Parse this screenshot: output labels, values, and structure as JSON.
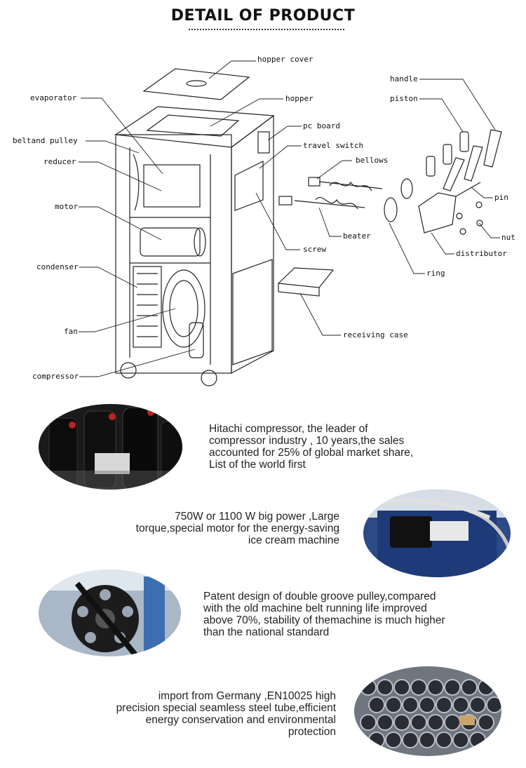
{
  "header": {
    "title": "DETAIL OF PRODUCT"
  },
  "diagram": {
    "labels": {
      "hopper_cover": "hopper cover",
      "hopper": "hopper",
      "pc_board": "pc board",
      "travel_switch": "travel switch",
      "evaporator": "evaporator",
      "beltand_pulley": "beltand pulley",
      "reducer": "reducer",
      "motor": "motor",
      "condenser": "condenser",
      "fan": "fan",
      "compressor": "compressor",
      "handle": "handle",
      "piston": "piston",
      "bellows": "bellows",
      "pin": "pin",
      "beater": "beater",
      "nut": "nut",
      "screw": "screw",
      "distributor": "distributor",
      "ring": "ring",
      "receiving_case": "receiving case"
    }
  },
  "features": [
    {
      "lines": [
        "Hitachi compressor, the leader of",
        "compressor industry , 10 years,the sales",
        "accounted for 25% of global market share,",
        "List of the world first"
      ]
    },
    {
      "lines": [
        "750W or 1100 W big power ,Large",
        "torque,special motor for the energy-saving",
        "ice cream machine"
      ]
    },
    {
      "lines": [
        "Patent design of double groove pulley,compared",
        "with the old machine belt running life improved",
        "above 70%, stability of themachine is much higher",
        "than the national standard"
      ]
    },
    {
      "lines": [
        "import from Germany ,EN10025 high",
        "precision special seamless steel tube,efficient",
        "energy conservation and environmental",
        "protection"
      ]
    }
  ],
  "colors": {
    "motor_blue": "#1e3a78",
    "dark": "#111111",
    "pipe": "#9aa3ad"
  }
}
